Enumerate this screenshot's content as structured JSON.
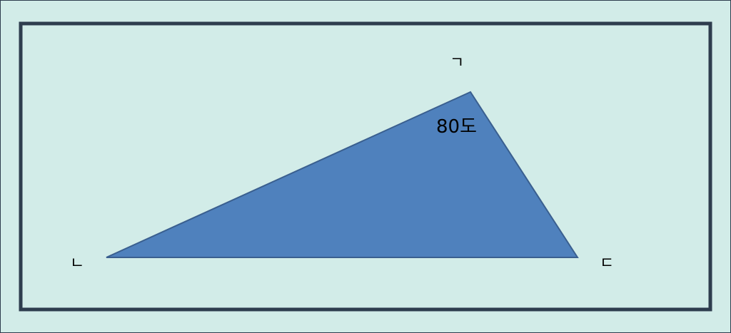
{
  "diagram": {
    "vertices": {
      "top": {
        "label": "ㄱ"
      },
      "left": {
        "label": "ㄴ"
      },
      "right": {
        "label": "ㄷ"
      }
    },
    "angle_at_top": {
      "text": "80도"
    }
  },
  "colors": {
    "background": "#d2ece8",
    "frame": "#2e3d4e",
    "triangle_fill": "#4f81bd",
    "triangle_stroke": "#3a5f8f",
    "text": "#000000"
  }
}
